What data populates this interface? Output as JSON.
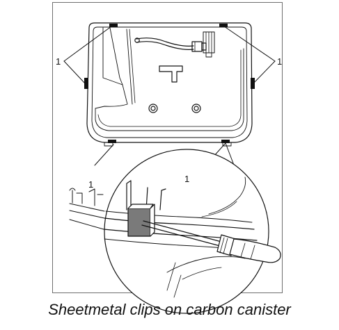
{
  "figure": {
    "callouts": {
      "top_left": "1",
      "top_right": "1",
      "detail_left": "1",
      "detail_clip": "1"
    },
    "caption": "Sheetmetal clips on carbon canister"
  }
}
